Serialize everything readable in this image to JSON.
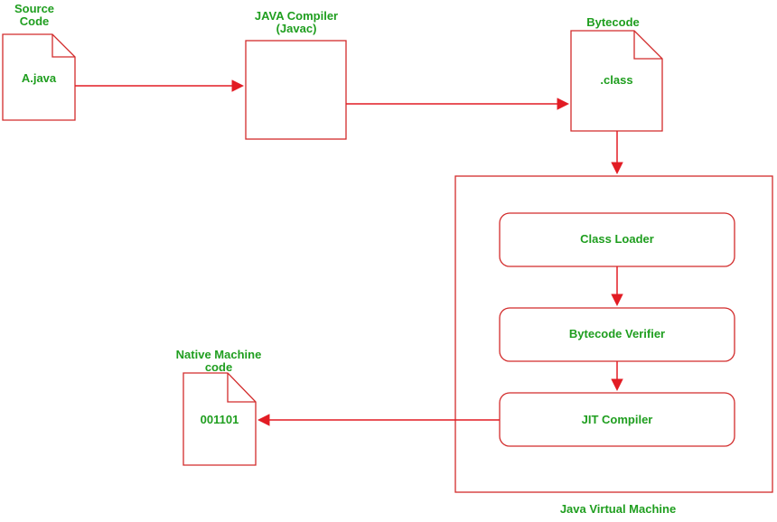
{
  "colors": {
    "shape_red": "#d22b2b",
    "arrow_red": "#e21c24",
    "text_green": "#1f9e1f",
    "background": "#ffffff"
  },
  "nodes": {
    "source": {
      "title": "Source Code",
      "file": "A.java"
    },
    "compiler": {
      "title": "JAVA Compiler (Javac)"
    },
    "bytecode": {
      "title": "Bytecode",
      "file": ".class"
    },
    "jvm": {
      "title": "Java Virtual Machine",
      "class_loader": "Class Loader",
      "bytecode_verifier": "Bytecode Verifier",
      "jit_compiler": "JIT Compiler"
    },
    "native": {
      "title": "Native Machine code",
      "file": "001101"
    }
  },
  "edges": [
    {
      "from": "source",
      "to": "compiler"
    },
    {
      "from": "compiler",
      "to": "bytecode"
    },
    {
      "from": "bytecode",
      "to": "jvm"
    },
    {
      "from": "class_loader",
      "to": "bytecode_verifier"
    },
    {
      "from": "bytecode_verifier",
      "to": "jit_compiler"
    },
    {
      "from": "jit_compiler",
      "to": "native"
    }
  ]
}
